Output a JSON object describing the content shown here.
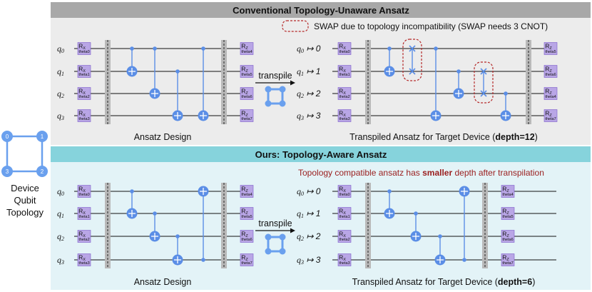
{
  "top": {
    "banner": "Conventional Topology-Unaware Ansatz",
    "ansatz_caption": "Ansatz Design",
    "transpiled_caption": "Transpiled Ansatz for Target Device (",
    "transpiled_depth": "depth=12",
    "caption_close": ")",
    "swap_note": "SWAP due to topology incompatibility (SWAP needs 3 CNOT",
    "arrow_label": "transpile",
    "rx_params": [
      "theta0",
      "theta1",
      "theta2",
      "theta3"
    ],
    "rz_params": [
      "theta4",
      "theta5",
      "theta6",
      "theta7"
    ],
    "transpiled_rx_params": [
      "theta0",
      "theta1",
      "theta2",
      "theta3"
    ],
    "transpiled_rz_params": [
      "theta5",
      "theta6",
      "theta4",
      "theta7"
    ]
  },
  "bottom": {
    "banner": "Ours: Topology-Aware Ansatz",
    "ansatz_caption": "Ansatz Design",
    "transpiled_caption": "Transpiled Ansatz for Target Device (",
    "transpiled_depth": "depth=6",
    "caption_close": ")",
    "note_pre": "Topology compatible ansatz has ",
    "note_bold": "smaller",
    "note_post": " depth after transpilation",
    "arrow_label": "transpile",
    "rx_params": [
      "theta0",
      "theta1",
      "theta2",
      "theta3"
    ],
    "rz_params": [
      "theta4",
      "theta5",
      "theta6",
      "theta7"
    ],
    "transpiled_rx_params": [
      "theta0",
      "theta1",
      "theta2",
      "theta3"
    ],
    "transpiled_rz_params": [
      "theta4",
      "theta5",
      "theta6",
      "theta7"
    ]
  },
  "qubits": [
    "q",
    "q",
    "q",
    "q"
  ],
  "qubit_indices": [
    "0",
    "1",
    "2",
    "3"
  ],
  "mapping_arrow": "↦",
  "physical_qubits": [
    "0",
    "1",
    "2",
    "3"
  ],
  "gates": {
    "rx": "R",
    "rx_sub": "X",
    "rz": "R",
    "rz_sub": "Z"
  },
  "device": {
    "label_lines": [
      "Device",
      "Qubit",
      "Topology"
    ],
    "nodes": [
      "0",
      "1",
      "3",
      "2"
    ]
  },
  "colors": {
    "top_banner": "#a8a8a8",
    "top_panel": "#ececec",
    "bottom_banner": "#86d3dc",
    "bottom_panel": "#e3f3f7",
    "gate_fill": "#b9a6e6",
    "gate_stroke": "#7c5cc9",
    "cnot": "#5b8ee6",
    "node": "#6aa0ee",
    "swap_box": "#b52a2a",
    "note_red": "#9b2020"
  }
}
